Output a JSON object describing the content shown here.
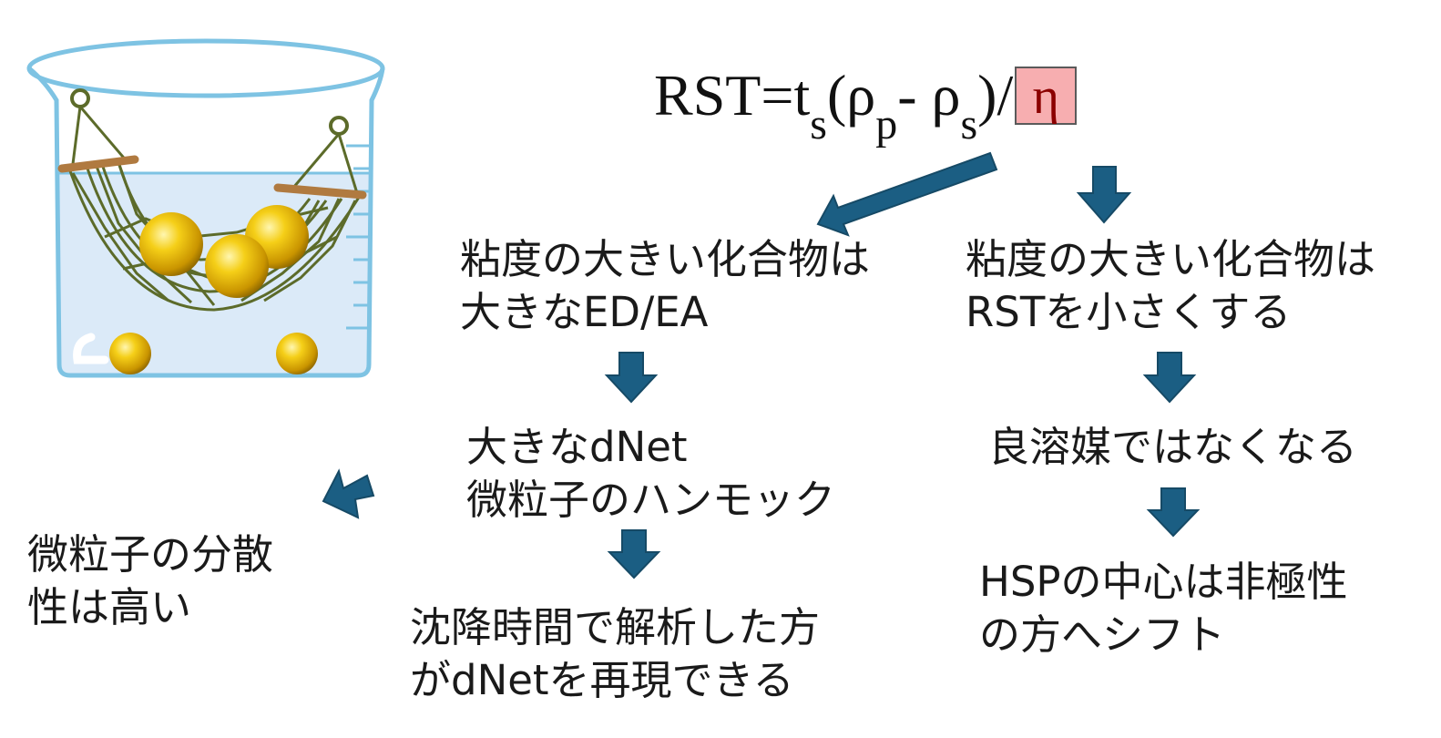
{
  "formula": {
    "prefix": "RST=t",
    "sub_s1": "s",
    "mid1": "(ρ",
    "sub_p": "p",
    "mid2": "- ρ",
    "sub_s2": "s",
    "suffix": ")/",
    "eta": "η"
  },
  "left_branch": {
    "line1": "粘度の大きい化合物は",
    "line2": "大きなED/EA"
  },
  "right_branch": {
    "line1": "粘度の大きい化合物は",
    "line2": "RSTを小さくする"
  },
  "middle": {
    "line1": "大きなdNet",
    "line2": "微粒子のハンモック"
  },
  "dispersion": {
    "line1": "微粒子の分散",
    "line2": "性は高い"
  },
  "sedimentation": {
    "line1": "沈降時間で解析した方",
    "line2": "がdNetを再現できる"
  },
  "solvent": {
    "line1": "良溶媒ではなくなる"
  },
  "hsp": {
    "line1": "HSPの中心は非極性",
    "line2": "の方へシフト"
  },
  "colors": {
    "arrow": "#1b5e83",
    "beaker_outline": "#7ec3e3",
    "liquid": "#dbeaf8",
    "net": "#5c6b2a",
    "sphere": "#f2c200",
    "eta_highlight": "#f7aeb0"
  }
}
